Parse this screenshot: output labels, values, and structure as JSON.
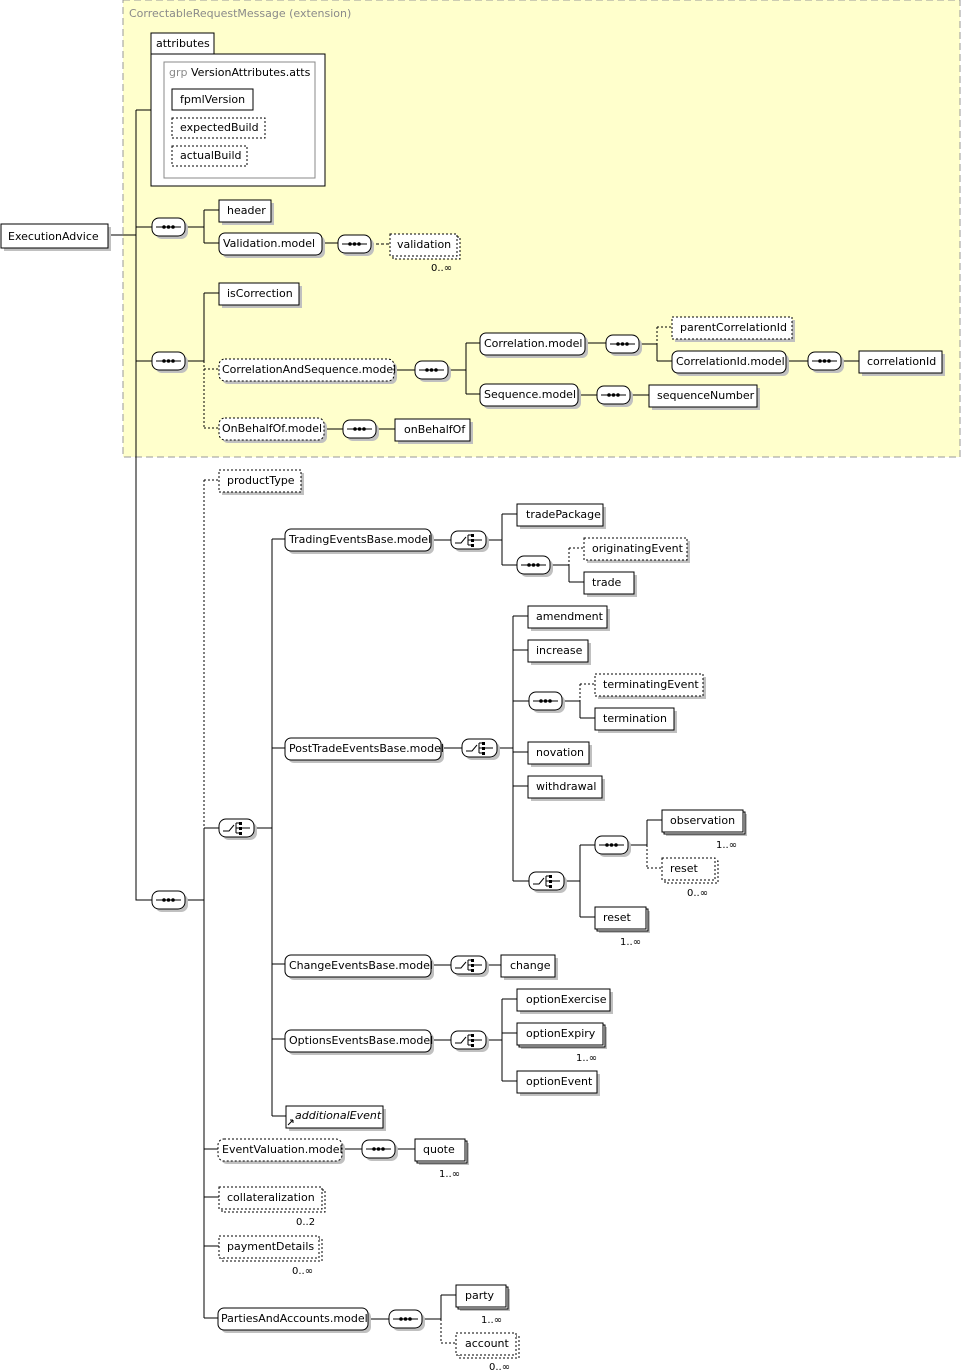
{
  "extension_label": "CorrectableRequestMessage (extension)",
  "attributes_tab": "attributes",
  "attr_group": {
    "keyword": "grp",
    "name": "VersionAttributes.atts",
    "items": [
      "fpmlVersion",
      "expectedBuild",
      "actualBuild"
    ]
  },
  "root": "ExecutionAdvice",
  "elements": {
    "header": "header",
    "validation_model": "Validation.model",
    "validation": "validation",
    "isCorrection": "isCorrection",
    "correlation_and_sequence_model": "CorrelationAndSequence.model",
    "correlation_model": "Correlation.model",
    "parentCorrelationId": "parentCorrelationId",
    "correlationId_model": "CorrelationId.model",
    "correlationId": "correlationId",
    "sequence_model": "Sequence.model",
    "sequenceNumber": "sequenceNumber",
    "onBehalfOf_model": "OnBehalfOf.model",
    "onBehalfOf": "onBehalfOf",
    "productType": "productType",
    "trading_events_base_model": "TradingEventsBase.model",
    "tradePackage": "tradePackage",
    "originatingEvent": "originatingEvent",
    "trade": "trade",
    "post_trade_events_base_model": "PostTradeEventsBase.model",
    "amendment": "amendment",
    "increase": "increase",
    "terminatingEvent": "terminatingEvent",
    "termination": "termination",
    "novation": "novation",
    "withdrawal": "withdrawal",
    "observation": "observation",
    "reset_inner": "reset",
    "reset_outer": "reset",
    "change_events_base_model": "ChangeEventsBase.model",
    "change": "change",
    "options_events_base_model": "OptionsEventsBase.model",
    "optionExercise": "optionExercise",
    "optionExpiry": "optionExpiry",
    "optionEvent": "optionEvent",
    "additionalEvent": "additionalEvent",
    "event_valuation_model": "EventValuation.model",
    "quote": "quote",
    "collateralization": "collateralization",
    "paymentDetails": "paymentDetails",
    "parties_and_accounts_model": "PartiesAndAccounts.model",
    "party": "party",
    "account": "account"
  },
  "occurrences": {
    "validation": "0..∞",
    "observation": "1..∞",
    "reset_inner": "0..∞",
    "reset_outer": "1..∞",
    "optionExpiry": "1..∞",
    "quote": "1..∞",
    "collateralization": "0..2",
    "paymentDetails": "0..∞",
    "party": "1..∞",
    "account": "0..∞"
  },
  "colors": {
    "extension_fill": "#ffffcc",
    "extension_border": "#999999",
    "line": "#000000",
    "shadow": "#c0c0c0"
  }
}
